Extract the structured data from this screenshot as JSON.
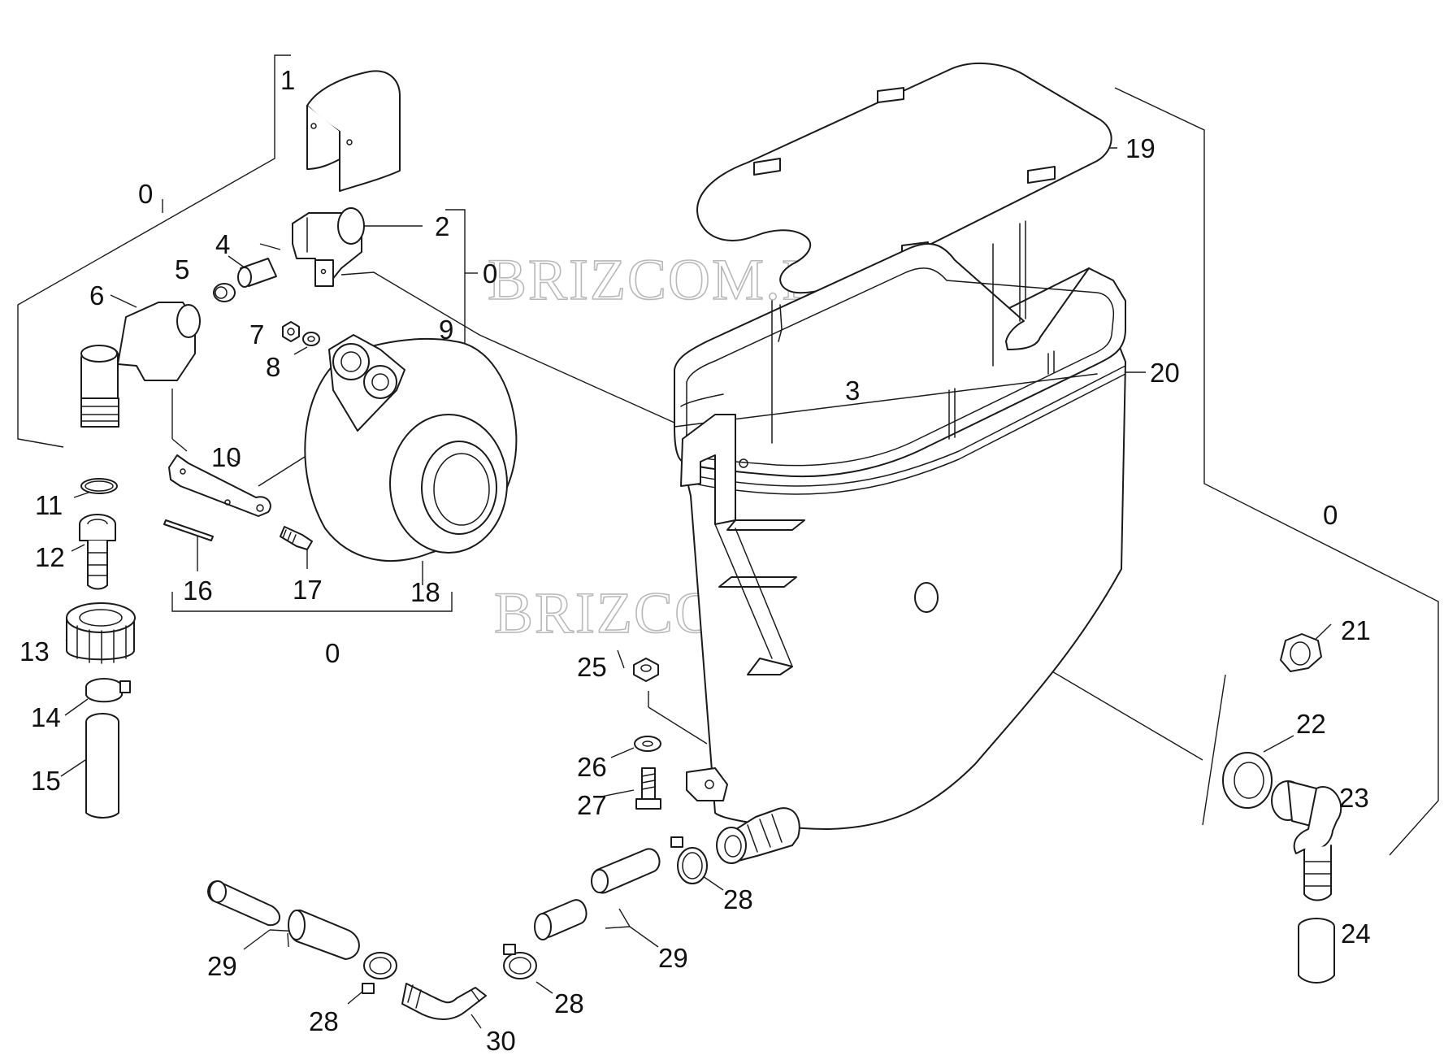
{
  "watermark": {
    "text_top": "BRIZCOM.RU",
    "text_bottom": "BRIZCOM.RU"
  },
  "labels": {
    "p1": "1",
    "p2": "2",
    "p3": "3",
    "p4": "4",
    "p5": "5",
    "p6": "6",
    "p7": "7",
    "p8": "8",
    "p9": "9",
    "p10": "10",
    "p11": "11",
    "p12": "12",
    "p13": "13",
    "p14": "14",
    "p15": "15",
    "p16": "16",
    "p17": "17",
    "p18": "18",
    "p19": "19",
    "p20": "20",
    "p21": "21",
    "p22": "22",
    "p23": "23",
    "p24": "24",
    "p25": "25",
    "p26": "26",
    "p27": "27",
    "p28a": "28",
    "p28b": "28",
    "p28c": "28",
    "p29a": "29",
    "p29b": "29",
    "p30": "30",
    "g0_left": "0",
    "g0_mid": "0",
    "g0_bottom": "0",
    "g0_right": "0"
  }
}
